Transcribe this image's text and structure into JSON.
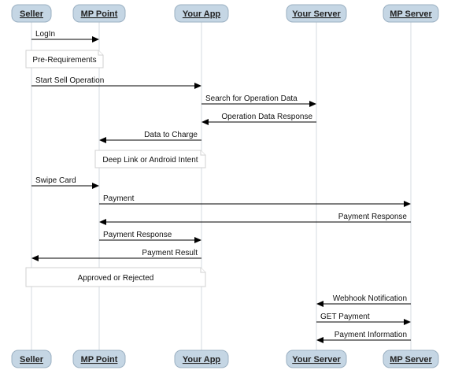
{
  "actors": [
    {
      "id": "seller",
      "label": "Seller"
    },
    {
      "id": "mppoint",
      "label": "MP Point"
    },
    {
      "id": "yourapp",
      "label": "Your App"
    },
    {
      "id": "yourserver",
      "label": "Your Server"
    },
    {
      "id": "mpserver",
      "label": "MP Server"
    }
  ],
  "steps": [
    {
      "type": "message",
      "from": "seller",
      "to": "mppoint",
      "label": "LogIn"
    },
    {
      "type": "note",
      "over": [
        "seller"
      ],
      "label": "Pre-Requirements"
    },
    {
      "type": "message",
      "from": "seller",
      "to": "yourapp",
      "label": "Start Sell Operation"
    },
    {
      "type": "message",
      "from": "yourapp",
      "to": "yourserver",
      "label": "Search for Operation Data"
    },
    {
      "type": "message",
      "from": "yourserver",
      "to": "yourapp",
      "label": "Operation Data Response"
    },
    {
      "type": "message",
      "from": "yourapp",
      "to": "mppoint",
      "label": "Data to Charge"
    },
    {
      "type": "note",
      "over": [
        "mppoint",
        "yourapp"
      ],
      "label": "Deep Link or Android Intent"
    },
    {
      "type": "message",
      "from": "seller",
      "to": "mppoint",
      "label": "Swipe Card"
    },
    {
      "type": "message",
      "from": "mppoint",
      "to": "mpserver",
      "label": "Payment"
    },
    {
      "type": "message",
      "from": "mpserver",
      "to": "mppoint",
      "label": "Payment Response"
    },
    {
      "type": "message",
      "from": "mppoint",
      "to": "yourapp",
      "label": "Payment Response"
    },
    {
      "type": "message",
      "from": "yourapp",
      "to": "seller",
      "label": "Payment Result"
    },
    {
      "type": "note",
      "over": [
        "seller",
        "yourapp"
      ],
      "label": "Approved or Rejected"
    },
    {
      "type": "message",
      "from": "mpserver",
      "to": "yourserver",
      "label": "Webhook Notification"
    },
    {
      "type": "message",
      "from": "yourserver",
      "to": "mpserver",
      "label": "GET Payment"
    },
    {
      "type": "message",
      "from": "mpserver",
      "to": "yourserver",
      "label": "Payment Information"
    }
  ]
}
